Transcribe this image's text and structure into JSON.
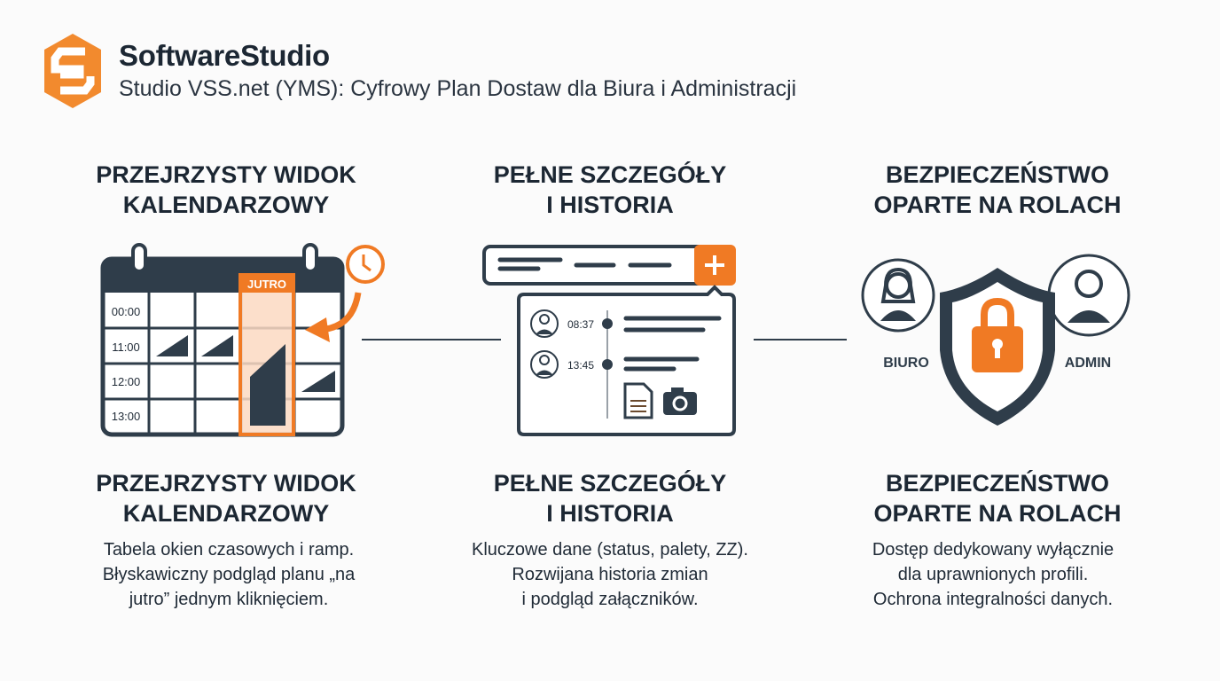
{
  "header": {
    "logo_letter": "S",
    "brand": "SoftwareStudio",
    "subtitle": "Studio VSS.net (YMS): Cyfrowy Plan Dostaw dla Biura i Administracji"
  },
  "colors": {
    "accent": "#f07a24",
    "dark": "#2f3d4a"
  },
  "columns": [
    {
      "heading_line1": "PRZEJRZYSTY WIDOK",
      "heading_line2": "KALENDARZOWY",
      "desc_line1": "Tabela okien czasowych i ramp.",
      "desc_line2": "Błyskawiczny podgląd planu „na",
      "desc_line3": "jutro” jednym kliknięciem.",
      "calendar": {
        "highlight_label": "JUTRO",
        "times": [
          "00:00",
          "11:00",
          "12:00",
          "13:00"
        ]
      }
    },
    {
      "heading_line1": "PEŁNE SZCZEGÓŁY",
      "heading_line2": "I HISTORIA",
      "desc_line1": "Kluczowe dane (status, palety, ZZ).",
      "desc_line2": "Rozwijana historia zmian",
      "desc_line3": "i podgląd załączników.",
      "history": {
        "times": [
          "08:37",
          "13:45"
        ]
      }
    },
    {
      "heading_line1": "BEZPIECZEŃSTWO",
      "heading_line2": "OPARTE NA ROLACH",
      "desc_line1": "Dostęp dedykowany wyłącznie",
      "desc_line2": "dla uprawnionych profili.",
      "desc_line3": "Ochrona integralności danych.",
      "roles": [
        "BIURO",
        "ADMIN"
      ]
    }
  ]
}
